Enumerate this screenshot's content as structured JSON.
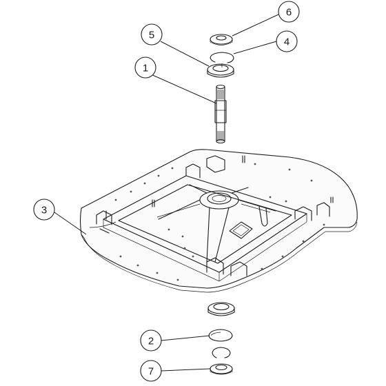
{
  "callouts": [
    {
      "id": "1",
      "label": "1",
      "icon": "shaft"
    },
    {
      "id": "2",
      "label": "2",
      "icon": "circlip"
    },
    {
      "id": "3",
      "label": "3",
      "icon": "base-plate"
    },
    {
      "id": "4",
      "label": "4",
      "icon": "circlip"
    },
    {
      "id": "5",
      "label": "5",
      "icon": "bearing"
    },
    {
      "id": "6",
      "label": "6",
      "icon": "seal"
    },
    {
      "id": "7",
      "label": "7",
      "icon": "seal"
    }
  ],
  "colors": {
    "ink": "#1a1a1a",
    "background": "#ffffff"
  }
}
